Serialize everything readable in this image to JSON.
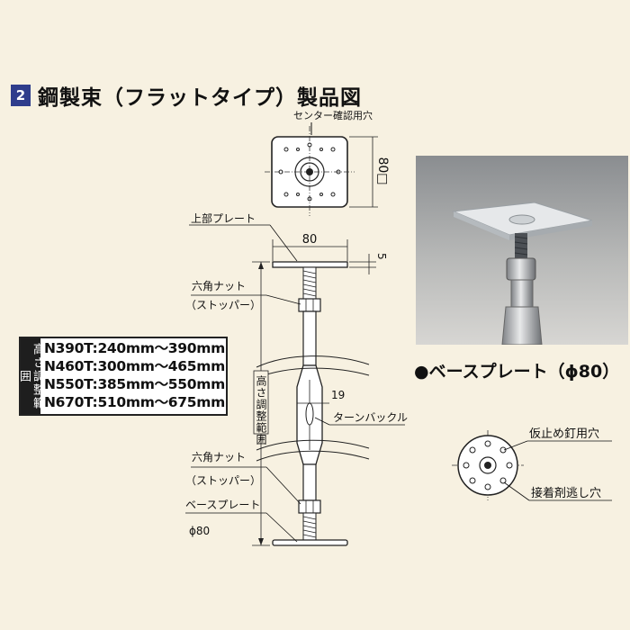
{
  "header": {
    "badge": "2",
    "title": "鋼製束（フラットタイプ）製品図"
  },
  "top_view": {
    "hole_label": "センター確認用穴",
    "dimension": "80□"
  },
  "side_view": {
    "top_plate_label": "上部プレート",
    "top_width": "80",
    "top_thickness": "5",
    "hex_nut_upper": "六角ナット",
    "stopper_upper": "（ストッパー）",
    "range_vertical": "高さ調整範囲",
    "turnbuckle_width": "19",
    "turnbuckle_label": "ターンバックル",
    "hex_nut_lower": "六角ナット",
    "stopper_lower": "（ストッパー）",
    "base_plate_label": "ベースプレート",
    "base_diameter": "ϕ80"
  },
  "height_range": {
    "header": "高さ調整範囲",
    "rows": [
      "N390T:240mm～390mm",
      "N460T:300mm～465mm",
      "N550T:385mm～550mm",
      "N670T:510mm～675mm"
    ]
  },
  "photo": {
    "caption": "●ベースプレート（ϕ80）"
  },
  "base_plate_view": {
    "nail_hole_label": "仮止め釘用穴",
    "adhesive_hole_label": "接着剤逃し穴"
  }
}
